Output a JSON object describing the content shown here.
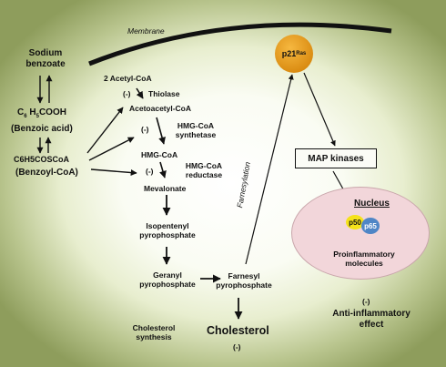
{
  "membrane": "Membrane",
  "sodium_benzoate": [
    "Sodium",
    "benzoate"
  ],
  "benzoic_acid_formula": {
    "c": "C",
    "c_sub": "6",
    "h": "H",
    "h_sub": "5",
    "rest": "COOH"
  },
  "benzoic_acid_name": "(Benzoic acid)",
  "benzoyl_coa_formula": "C6H5COSCoA",
  "benzoyl_coa_name": "(Benzoyl-CoA)",
  "acetyl_coa": "2 Acetyl-CoA",
  "inhibitor": "(-)",
  "thiolase": "Thiolase",
  "acetoacetyl_coa": "Acetoacetyl-CoA",
  "hmg_synthetase": [
    "HMG-CoA",
    "synthetase"
  ],
  "hmg_coa": "HMG-CoA",
  "hmg_reductase": [
    "HMG-CoA",
    "reductase"
  ],
  "mevalonate": "Mevalonate",
  "isopentenyl": [
    "Isopentenyl",
    "pyrophosphate"
  ],
  "geranyl": [
    "Geranyl",
    "pyrophosphate"
  ],
  "farnesyl": [
    "Farnesyl",
    "pyrophosphate"
  ],
  "cholesterol_synthesis": [
    "Cholesterol",
    "synthesis"
  ],
  "cholesterol": "Cholesterol",
  "farnesylation": "Farnesylation",
  "p21": {
    "name": "p21",
    "sup": "Ras"
  },
  "map_kinases": "MAP kinases",
  "nucleus": "Nucleus",
  "p50": "p50",
  "p65": "p65",
  "proinflammatory": [
    "Proinflammatory",
    "molecules"
  ],
  "anti_inflammatory": [
    "Anti-inflammatory",
    "effect"
  ],
  "colors": {
    "p21": "#e8a020",
    "nucleus": "#f2d6da",
    "p50": "#f5e21a",
    "p65": "#4f86c6",
    "border": "#8e9d5c"
  }
}
